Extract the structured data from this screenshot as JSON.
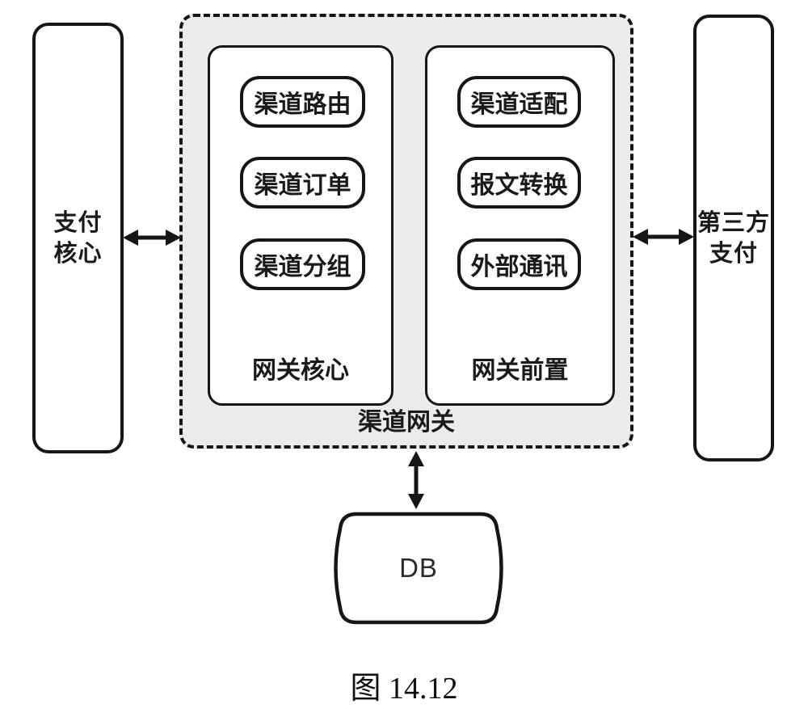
{
  "diagram": {
    "left_node": {
      "line1": "支付",
      "line2": "核心"
    },
    "right_node": {
      "line1": "第三方",
      "line2": "支付"
    },
    "group": {
      "label": "渠道网关",
      "core": {
        "label": "网关核心",
        "modules": [
          "渠道路由",
          "渠道订单",
          "渠道分组"
        ]
      },
      "front": {
        "label": "网关前置",
        "modules": [
          "渠道适配",
          "报文转换",
          "外部通讯"
        ]
      }
    },
    "db": {
      "label": "DB"
    },
    "caption": "图 14.12",
    "colors": {
      "stroke": "#161616",
      "group_fill": "#ebebeb",
      "node_fill": "#ffffff",
      "background": "#ffffff"
    }
  }
}
